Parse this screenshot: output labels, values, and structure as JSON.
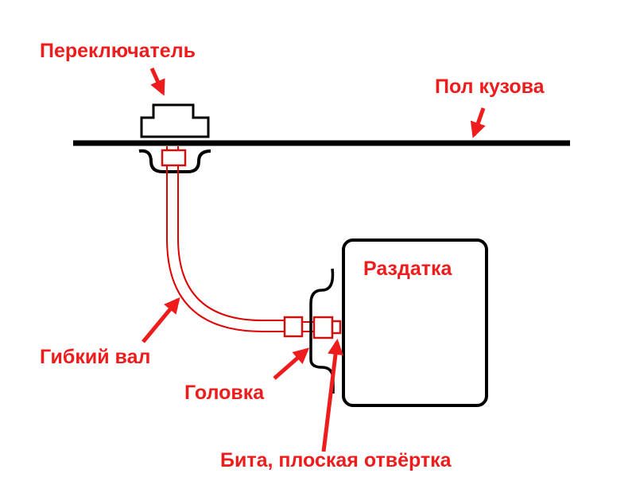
{
  "labels": {
    "switch": "Переключатель",
    "body_floor": "Пол кузова",
    "transfer_case": "Раздатка",
    "flex_shaft": "Гибкий вал",
    "socket_head": "Головка",
    "bit": "Бита, плоская отвёртка"
  },
  "colors": {
    "label": "#ee1c1c",
    "shaft": "#e00000",
    "outline": "#000000"
  }
}
